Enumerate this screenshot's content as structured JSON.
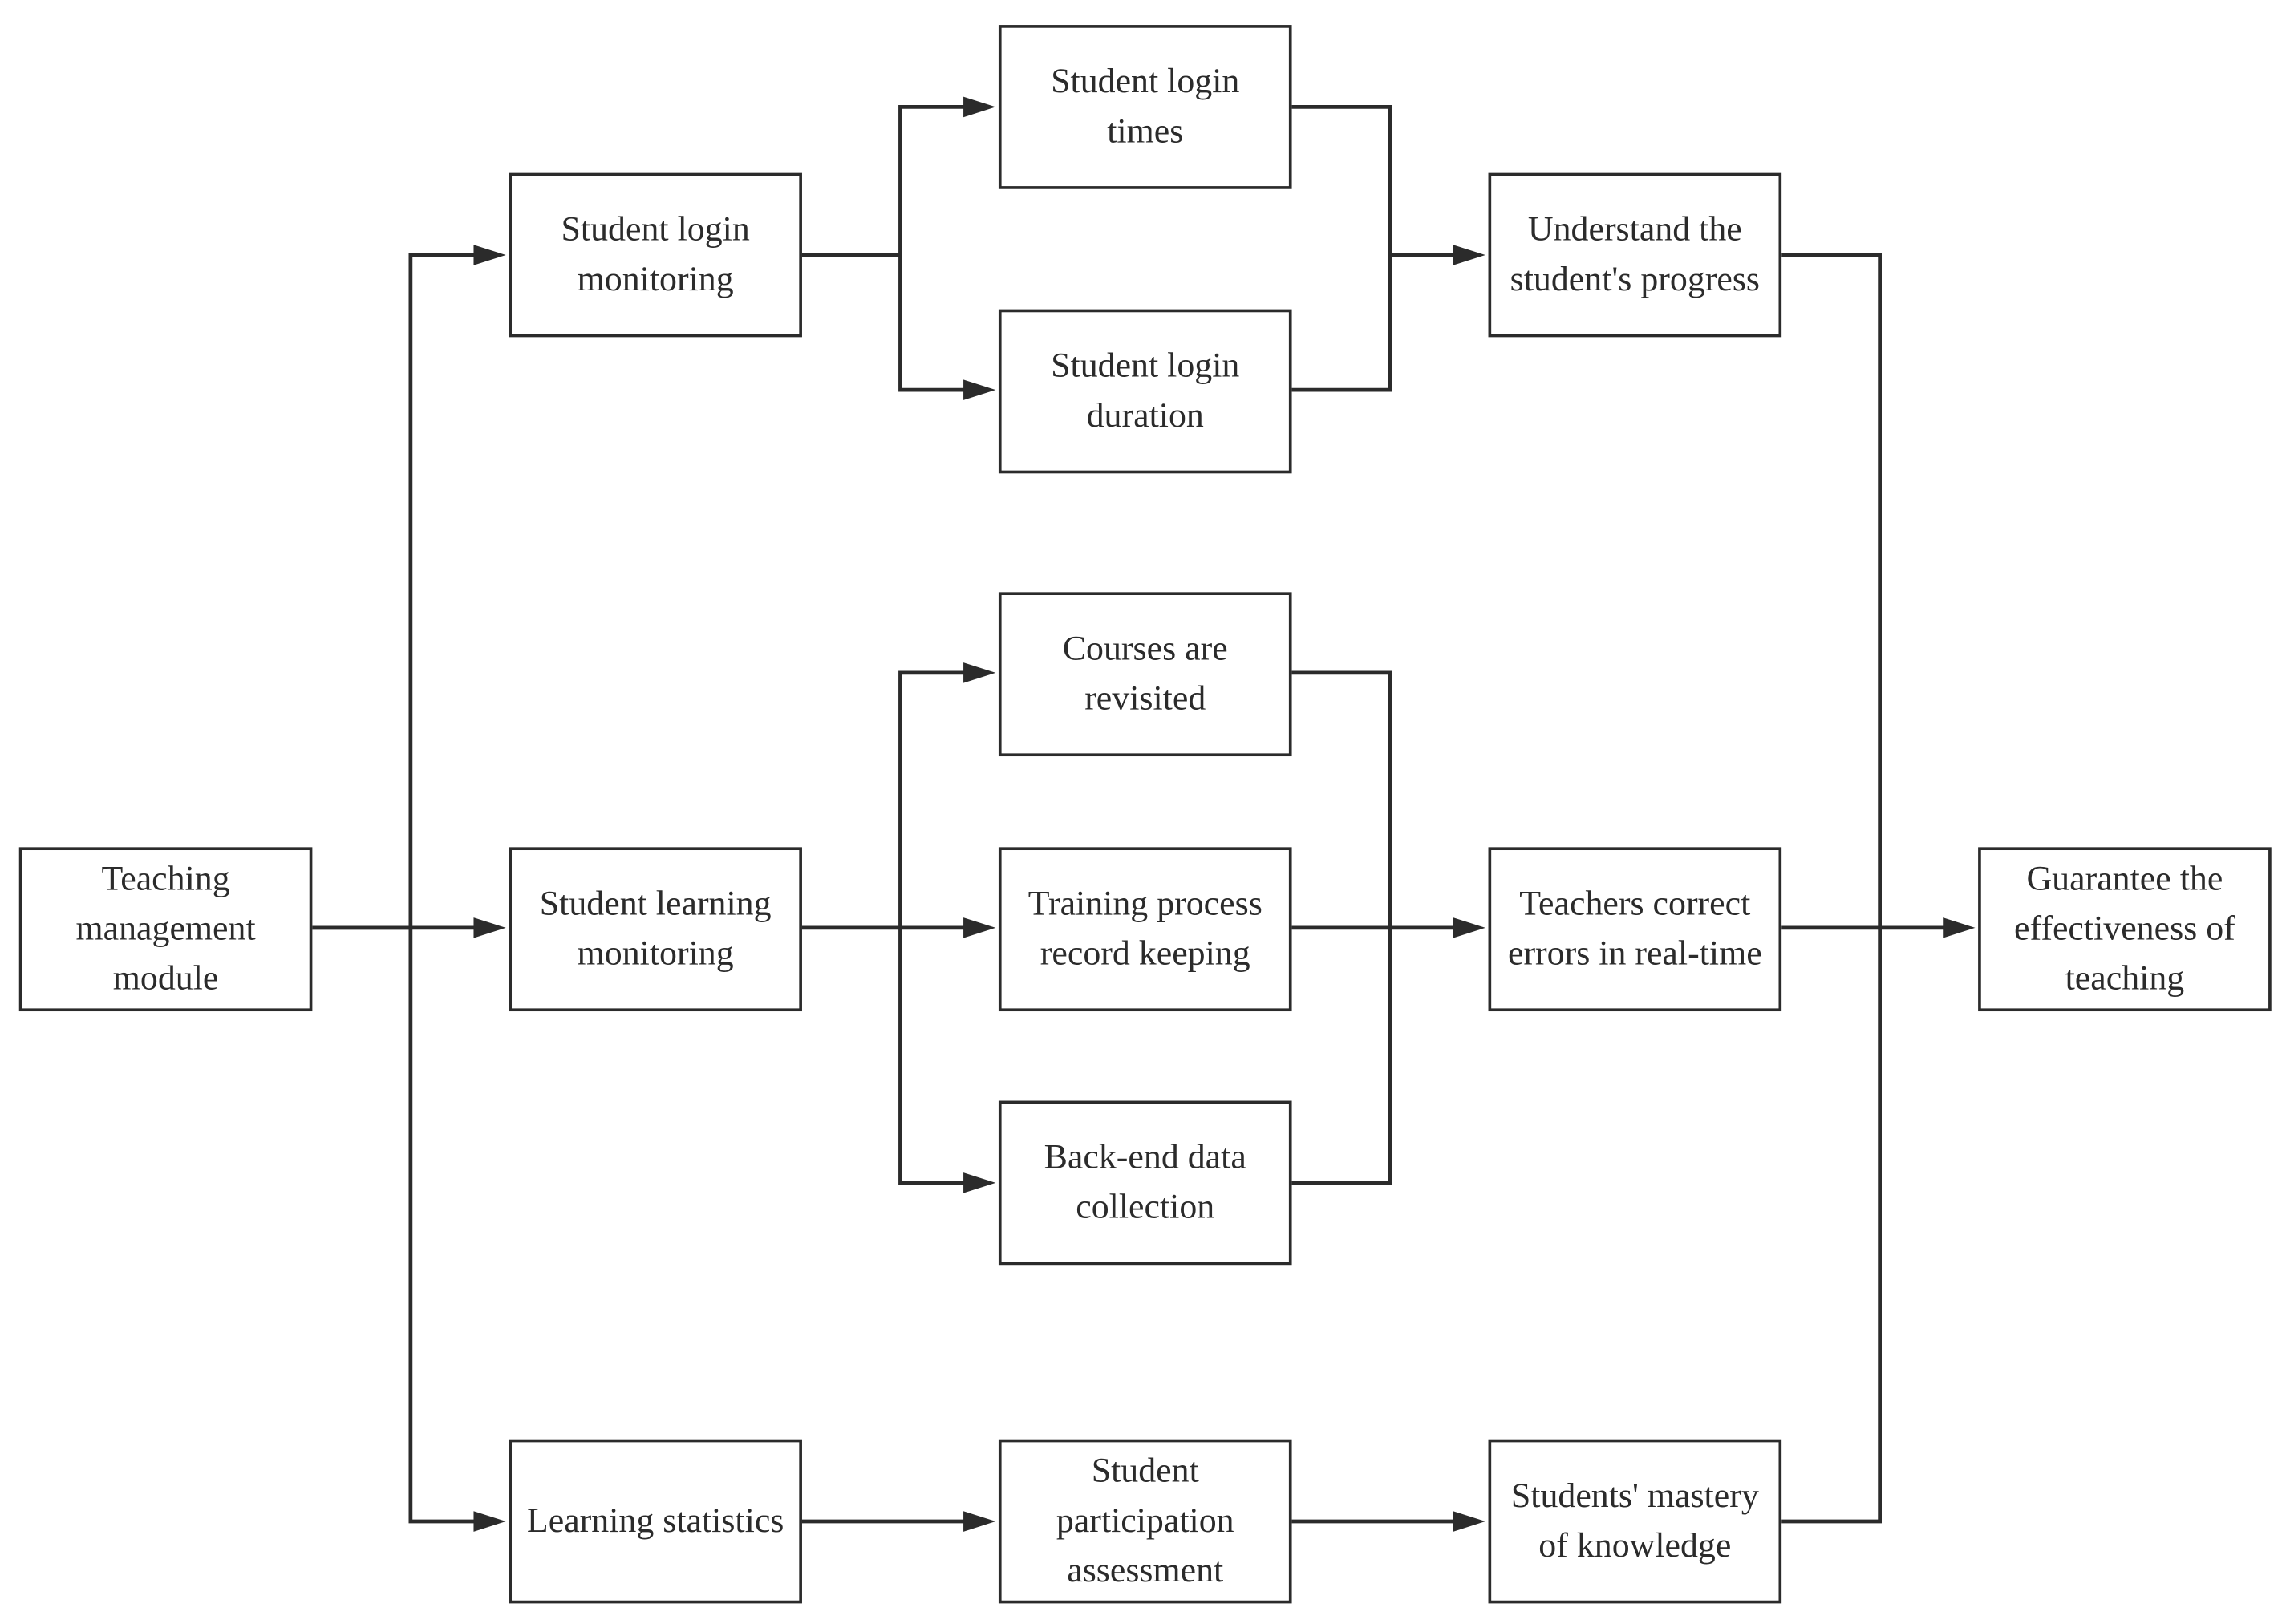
{
  "nodes": {
    "teaching_management": "Teaching management module",
    "login_monitoring": "Student login monitoring",
    "learning_monitoring": "Student learning monitoring",
    "learning_statistics": "Learning statistics",
    "login_times": "Student login times",
    "login_duration": "Student login duration",
    "courses_revisited": "Courses are revisited",
    "training_record": "Training process record keeping",
    "backend_collection": "Back-end data collection",
    "participation_assessment": "Student participation assessment",
    "understand_progress": "Understand the student's progress",
    "correct_errors": "Teachers correct errors in real-time",
    "mastery_knowledge": "Students' mastery of knowledge",
    "guarantee_effectiveness": "Guarantee the effectiveness of teaching"
  },
  "edges": [
    {
      "from": "teaching_management",
      "to": "login_monitoring"
    },
    {
      "from": "teaching_management",
      "to": "learning_monitoring"
    },
    {
      "from": "teaching_management",
      "to": "learning_statistics"
    },
    {
      "from": "login_monitoring",
      "to": "login_times"
    },
    {
      "from": "login_monitoring",
      "to": "login_duration"
    },
    {
      "from": "login_times",
      "to": "understand_progress"
    },
    {
      "from": "login_duration",
      "to": "understand_progress"
    },
    {
      "from": "learning_monitoring",
      "to": "courses_revisited"
    },
    {
      "from": "learning_monitoring",
      "to": "training_record"
    },
    {
      "from": "learning_monitoring",
      "to": "backend_collection"
    },
    {
      "from": "courses_revisited",
      "to": "correct_errors"
    },
    {
      "from": "training_record",
      "to": "correct_errors"
    },
    {
      "from": "backend_collection",
      "to": "correct_errors"
    },
    {
      "from": "learning_statistics",
      "to": "participation_assessment"
    },
    {
      "from": "participation_assessment",
      "to": "mastery_knowledge"
    },
    {
      "from": "understand_progress",
      "to": "guarantee_effectiveness"
    },
    {
      "from": "correct_errors",
      "to": "guarantee_effectiveness"
    },
    {
      "from": "mastery_knowledge",
      "to": "guarantee_effectiveness"
    }
  ]
}
